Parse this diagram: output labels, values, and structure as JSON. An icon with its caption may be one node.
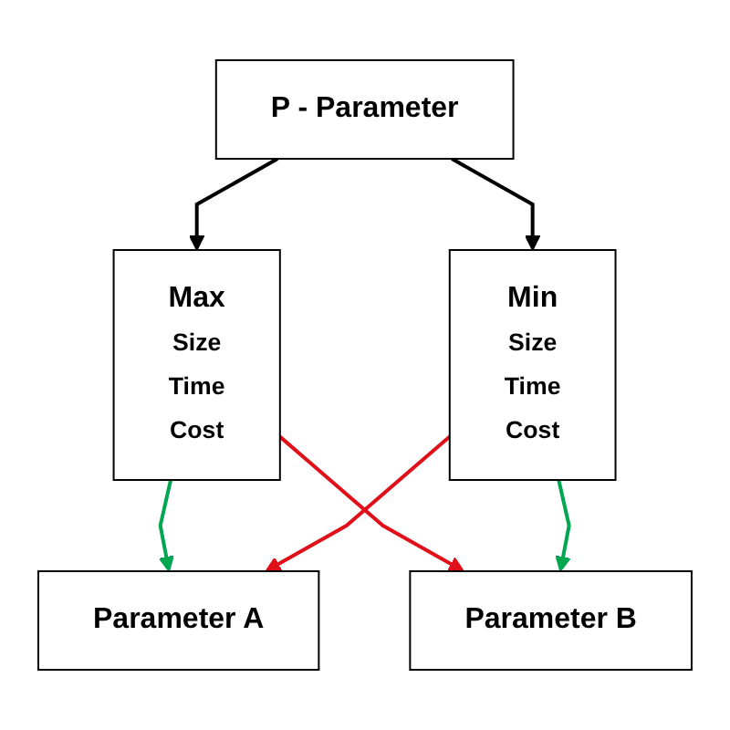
{
  "diagram": {
    "nodes": [
      {
        "text": [
          "Max",
          "Size",
          "Time",
          "Cost"
        ]
      },
      {
        "text": [
          "Parameter A"
        ]
      },
      {
        "text": [
          "P - Parameter"
        ]
      },
      {
        "text": [
          "Parameter B"
        ]
      },
      {
        "text": [
          "Min",
          "Size",
          "Time",
          "Cost"
        ]
      }
    ],
    "edges": [
      {
        "from": 0,
        "to": 1,
        "arrow": "to",
        "color": "#00a650"
      },
      {
        "from": 0,
        "to": 3,
        "arrow": "to",
        "color": "#e0101a"
      },
      {
        "from": 2,
        "to": 0,
        "arrow": "to",
        "color": "#000000"
      },
      {
        "from": 2,
        "to": 4,
        "arrow": "to",
        "color": "#000000"
      },
      {
        "from": 4,
        "to": 1,
        "arrow": "to",
        "color": "#e0101a"
      },
      {
        "from": 4,
        "to": 3,
        "arrow": "to",
        "color": "#00a650"
      }
    ]
  }
}
